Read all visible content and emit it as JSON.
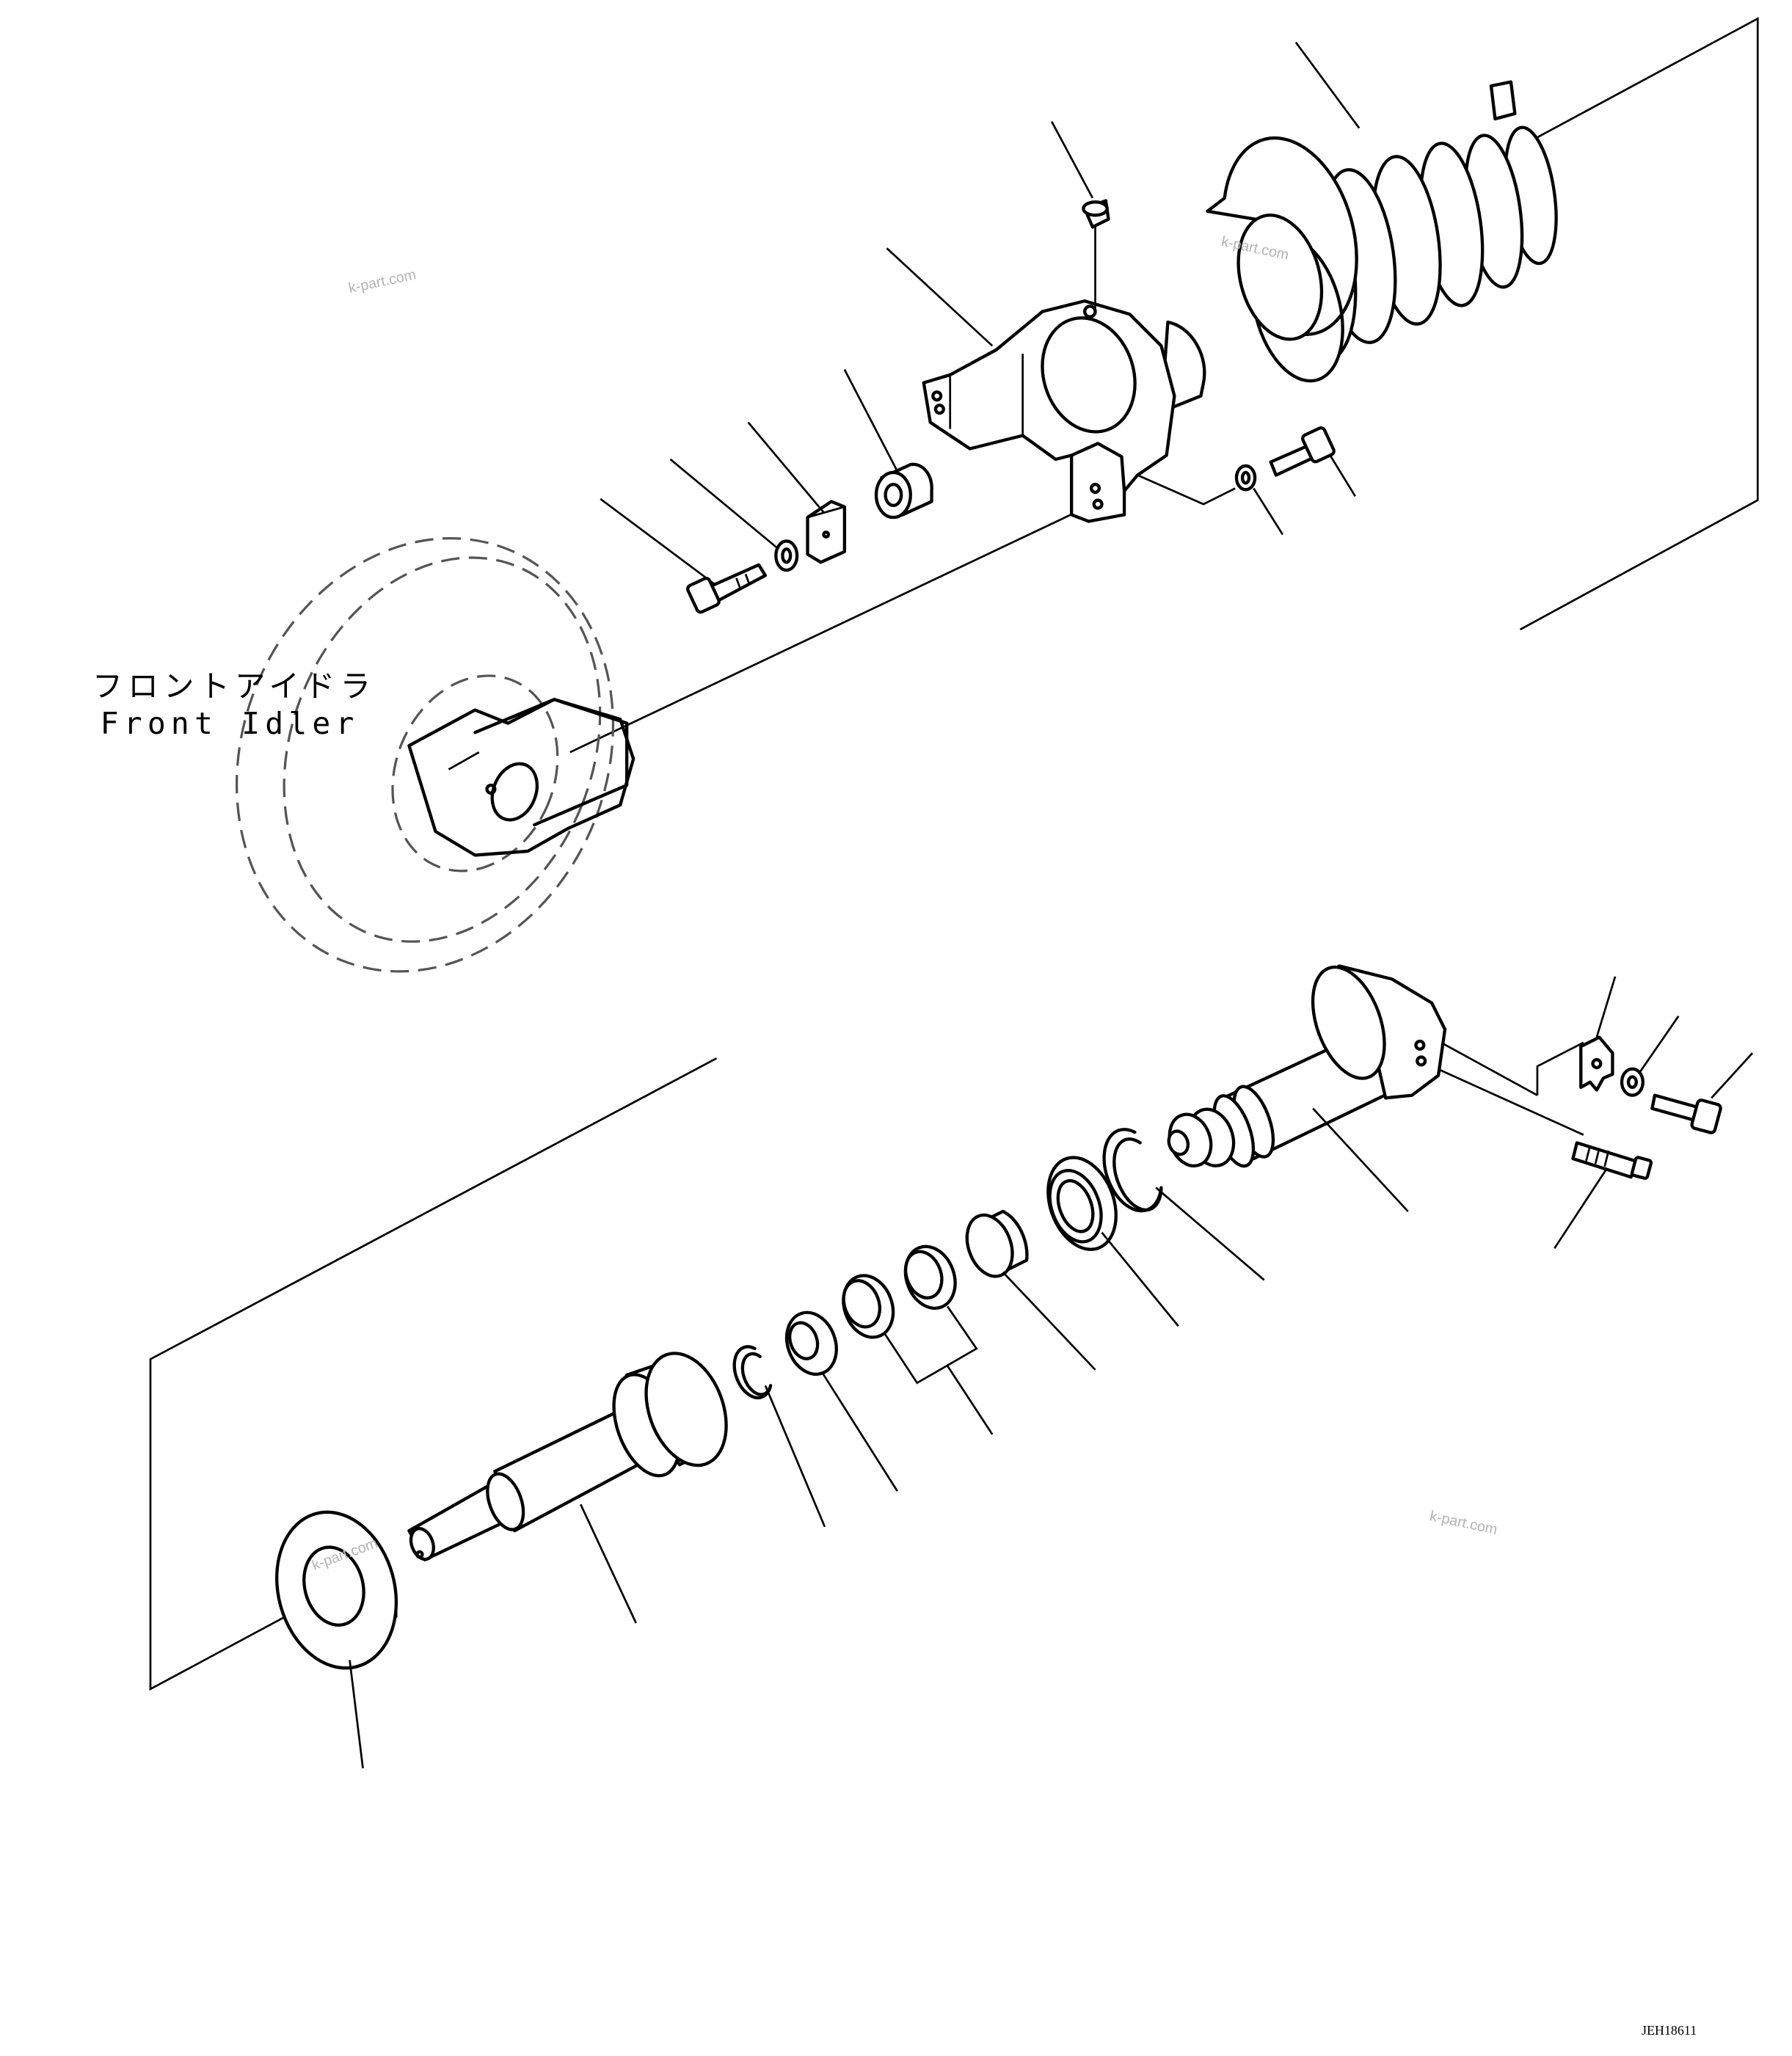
{
  "front_idler_label": {
    "japanese": "フロントアイドラ",
    "english": "Front Idler"
  },
  "watermarks": [
    "k-part.com",
    "k-part.com",
    "k-part.com",
    "k-part.com"
  ],
  "drawing_code": "JEH18611"
}
